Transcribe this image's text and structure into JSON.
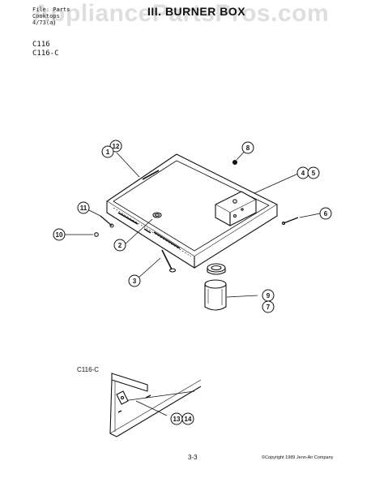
{
  "header": {
    "file_line1": "File: Parts",
    "file_line2": "Cooktops",
    "file_line3": "4/73(a)",
    "title": "III. BURNER BOX"
  },
  "watermark": "AppliancePartsPros.com",
  "models": [
    "C116",
    "C116-C"
  ],
  "callouts": [
    {
      "id": "c12",
      "label": "12"
    },
    {
      "id": "c1",
      "label": "1"
    },
    {
      "id": "c8",
      "label": "8"
    },
    {
      "id": "c4",
      "label": "4"
    },
    {
      "id": "c5",
      "label": "5"
    },
    {
      "id": "c11",
      "label": "11"
    },
    {
      "id": "c6",
      "label": "6"
    },
    {
      "id": "c10",
      "label": "10"
    },
    {
      "id": "c2",
      "label": "2"
    },
    {
      "id": "c3",
      "label": "3"
    },
    {
      "id": "c9",
      "label": "9"
    },
    {
      "id": "c7",
      "label": "7"
    },
    {
      "id": "c13",
      "label": "13"
    },
    {
      "id": "c14",
      "label": "14"
    }
  ],
  "sub_view_label": "C116-C",
  "footer": {
    "page_number": "3-3",
    "copyright": "©Copyright 1989 Jenn-Air Company"
  }
}
